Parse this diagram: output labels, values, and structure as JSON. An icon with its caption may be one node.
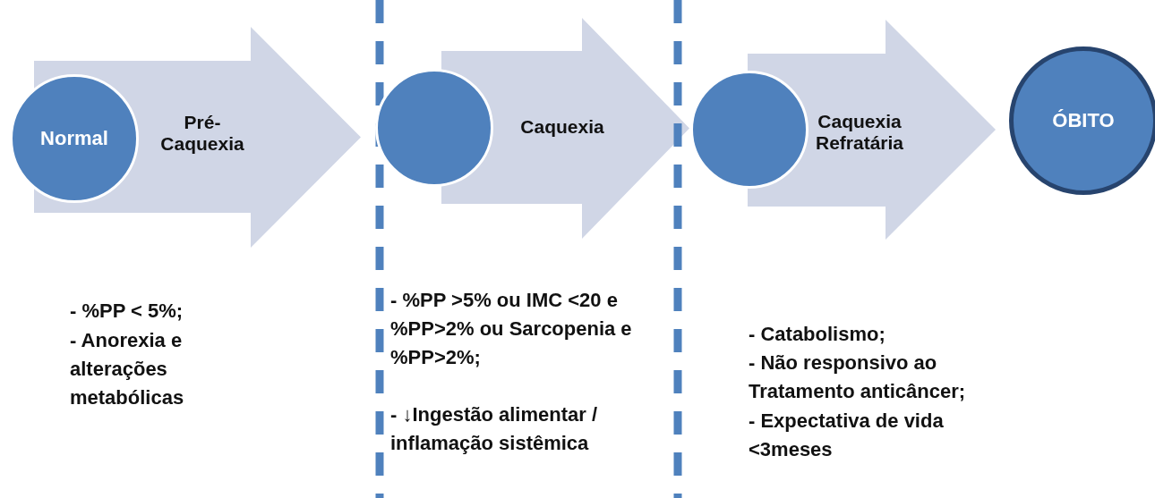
{
  "diagram": {
    "nodes": [
      {
        "text": [
          "Normal"
        ]
      },
      {
        "text": [
          "Pré- Caquexia"
        ]
      },
      {
        "text": [],
        "shape": "circle"
      },
      {
        "text": [
          "Caquexia"
        ]
      },
      {
        "text": [],
        "shape": "circle"
      },
      {
        "text": [
          "Caquexia Refratária"
        ]
      },
      {
        "text": [
          "ÓBITO"
        ]
      }
    ],
    "labels": [
      "- %PP < 5%;",
      "- Anorexia e alterações metabólicas",
      "- %PP >5% ou IMC <20 e %PP>2% ou Sarcopenia e %PP>2%;",
      "- ↓Ingestão alimentar / inflamação sistêmica",
      "- Catabolismo;",
      "- Não responsivo ao Tratamento anticâncer;",
      "- Expectativa de vida <3meses"
    ]
  }
}
